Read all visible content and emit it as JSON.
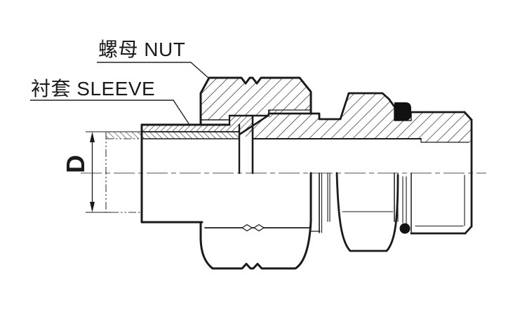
{
  "diagram": {
    "type": "technical-drawing",
    "subject": "tube-fitting-half-section",
    "labels": {
      "nut": "螺母 NUT",
      "sleeve": "衬套 SLEEVE",
      "dimension": "D"
    },
    "colors": {
      "line": "#1a1a1a",
      "centerline": "#8a8a8a",
      "phantom": "#3a3a3a",
      "seal": "#111111",
      "background": "#ffffff"
    }
  }
}
